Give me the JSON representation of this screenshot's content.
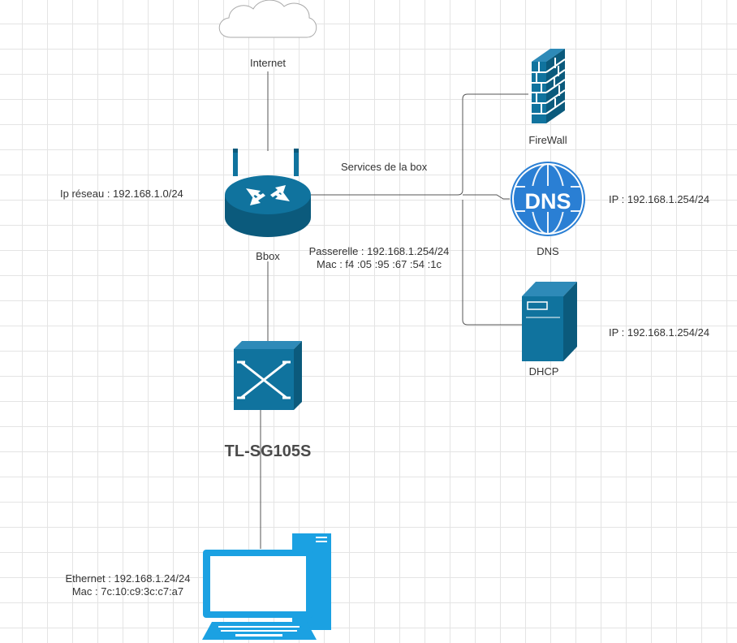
{
  "nodes": {
    "internet": {
      "label": "Internet",
      "icon": "cloud-icon"
    },
    "bbox": {
      "label": "Bbox",
      "icon": "router-icon"
    },
    "switch": {
      "label": "TL-SG105S",
      "icon": "switch-icon"
    },
    "firewall": {
      "label": "FireWall",
      "icon": "firewall-icon"
    },
    "dns": {
      "label": "DNS",
      "icon": "dns-icon",
      "icon_text": "DNS"
    },
    "dhcp": {
      "label": "DHCP",
      "icon": "server-icon"
    },
    "laptop": {
      "icon": "laptop-icon"
    }
  },
  "annotations": {
    "network_ip": "Ip réseau : 192.168.1.0/24",
    "services": "Services  de la box",
    "gateway": "Passerelle : 192.168.1.254/24",
    "box_mac": "Mac : f4 :05 :95 :67 :54 :1c",
    "dns_ip": "IP : 192.168.1.254/24",
    "dhcp_ip": "IP : 192.168.1.254/24",
    "ethernet_ip": "Ethernet : 192.168.1.24/24",
    "laptop_mac": "Mac : 7c:10:c9:3c:c7:a7"
  },
  "colors": {
    "device_blue": "#10739e",
    "device_dark": "#0b5a7c",
    "device_light": "#2e8ab8",
    "dns_blue": "#2a7fd4",
    "laptop_blue": "#1ba1e2",
    "edge": "#555555"
  }
}
